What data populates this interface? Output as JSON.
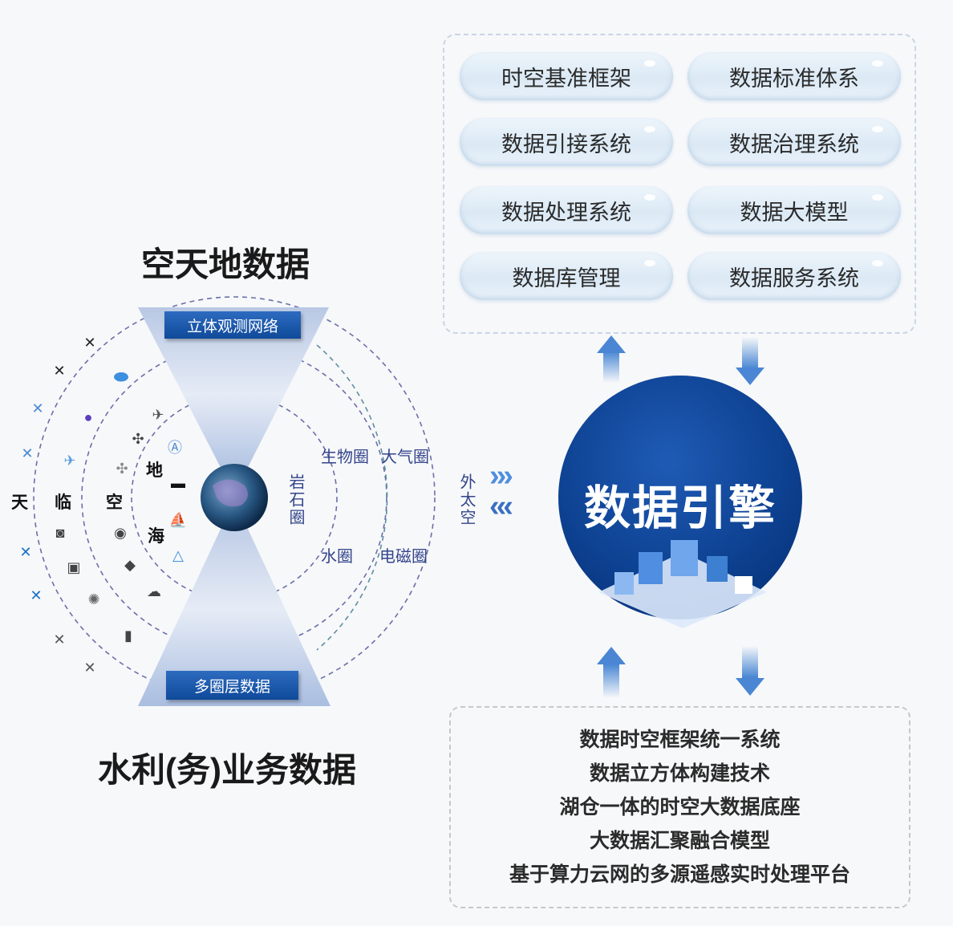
{
  "capabilities": [
    "时空基准框架",
    "数据标准体系",
    "数据引接系统",
    "数据治理系统",
    "数据处理系统",
    "数据大模型",
    "数据库管理",
    "数据服务系统"
  ],
  "engine": {
    "title": "数据引擎"
  },
  "technologies": [
    "数据时空框架统一系统",
    "数据立方体构建技术",
    "湖仓一体的时空大数据底座",
    "大数据汇聚融合模型",
    "基于算力云网的多源遥感实时处理平台"
  ],
  "left": {
    "top_title": "空天地数据",
    "bottom_title": "水利(务)业务数据",
    "top_tag": "立体观测网络",
    "bottom_tag": "多圈层数据",
    "levels": {
      "tian": "天",
      "lin": "临",
      "kong": "空",
      "di": "地",
      "hai": "海"
    },
    "spheres": {
      "bio": "生物圈",
      "atmo": "大气圈",
      "litho": "岩石圈",
      "hydro": "水圈",
      "em": "电磁圈",
      "space": "外太空"
    },
    "arrows": {
      "right": "›››",
      "left": "‹‹‹"
    }
  },
  "colors": {
    "engine": "#0c3f8e",
    "tag": "#0f4a9a",
    "arrow": "#3d7fd1"
  }
}
